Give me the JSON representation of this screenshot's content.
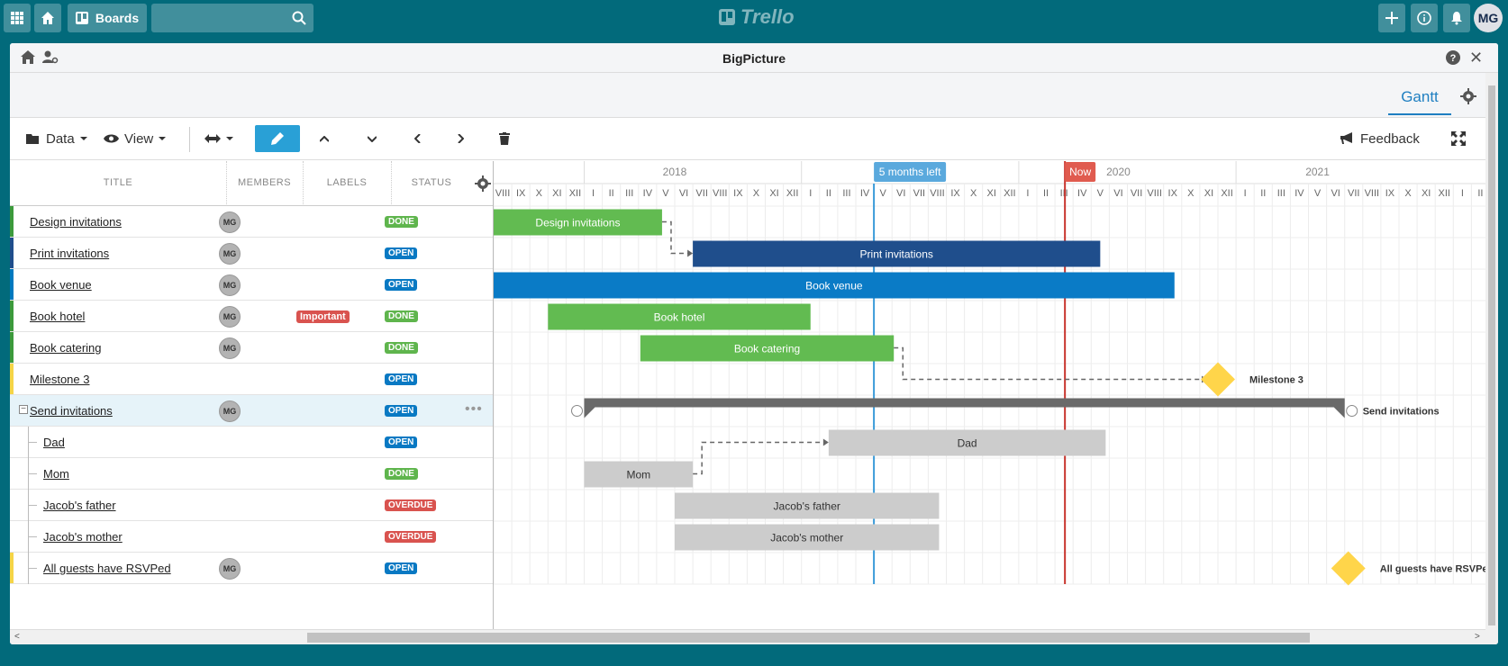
{
  "topbar": {
    "boards_label": "Boards",
    "logo": "Trello",
    "avatar": "MG"
  },
  "window": {
    "title": "BigPicture"
  },
  "tabs": {
    "gantt": "Gantt"
  },
  "toolbar": {
    "data_label": "Data",
    "view_label": "View",
    "feedback_label": "Feedback"
  },
  "columns": {
    "title": "TITLE",
    "members": "MEMBERS",
    "labels": "LABELS",
    "status": "STATUS"
  },
  "colors": {
    "done": "#5fb54d",
    "open": "#0979c3",
    "overdue": "#d9534f",
    "navy": "#1f4e8c",
    "blue": "#0079bf",
    "grey": "#cfcfcf",
    "milestone": "#ffd54a",
    "today": "#c8342d",
    "marker": "#3a9bd9"
  },
  "rows": [
    {
      "title": "Design invitations",
      "member": "MG",
      "label": "",
      "status": "DONE",
      "bar_color": "#3c9a3c",
      "indent": 0
    },
    {
      "title": "Print invitations",
      "member": "MG",
      "label": "",
      "status": "OPEN",
      "bar_color": "#1f4e8c",
      "indent": 0
    },
    {
      "title": "Book venue",
      "member": "MG",
      "label": "",
      "status": "OPEN",
      "bar_color": "#0079bf",
      "indent": 0
    },
    {
      "title": "Book hotel",
      "member": "MG",
      "label": "Important",
      "status": "DONE",
      "bar_color": "#3c9a3c",
      "indent": 0
    },
    {
      "title": "Book catering",
      "member": "MG",
      "label": "",
      "status": "DONE",
      "bar_color": "#3c9a3c",
      "indent": 0
    },
    {
      "title": "Milestone 3",
      "member": "",
      "label": "",
      "status": "OPEN",
      "bar_color": "#f5d547",
      "indent": 0
    },
    {
      "title": "Send invitations",
      "member": "MG",
      "label": "",
      "status": "OPEN",
      "bar_color": "",
      "indent": 0,
      "group": true
    },
    {
      "title": "Dad",
      "member": "",
      "label": "",
      "status": "OPEN",
      "bar_color": "",
      "indent": 1
    },
    {
      "title": "Mom",
      "member": "",
      "label": "",
      "status": "DONE",
      "bar_color": "",
      "indent": 1
    },
    {
      "title": "Jacob's father",
      "member": "",
      "label": "",
      "status": "OVERDUE",
      "bar_color": "",
      "indent": 1
    },
    {
      "title": "Jacob's mother",
      "member": "",
      "label": "",
      "status": "OVERDUE",
      "bar_color": "",
      "indent": 1
    },
    {
      "title": "All guests have RSVPed",
      "member": "MG",
      "label": "",
      "status": "OPEN",
      "bar_color": "#f5d547",
      "indent": 1
    }
  ],
  "timeline": {
    "years": [
      "2018",
      "2020",
      "2021"
    ],
    "months": [
      "VIII",
      "IX",
      "X",
      "XI",
      "XII",
      "I",
      "II",
      "III",
      "IV",
      "V",
      "VI",
      "VII",
      "VIII",
      "IX",
      "X",
      "XI",
      "XII",
      "I",
      "II",
      "III",
      "IV",
      "V",
      "VI",
      "VII",
      "VIII",
      "IX",
      "X",
      "XI",
      "XII",
      "I",
      "II",
      "III",
      "IV",
      "V",
      "VI",
      "VII",
      "VIII",
      "IX",
      "X",
      "XI",
      "XII",
      "I",
      "II",
      "III",
      "IV",
      "V",
      "VI",
      "VII",
      "VIII",
      "IX",
      "X",
      "XI",
      "XII",
      "I",
      "II"
    ],
    "marker_label": "5 months left",
    "now_label": "Now"
  },
  "tasks": [
    {
      "name": "Design invitations",
      "start": 0,
      "end": 9.3,
      "color": "#62bb51",
      "text_color": "#fff"
    },
    {
      "name": "Print invitations",
      "start": 11.0,
      "end": 33.5,
      "color": "#1f4e8c",
      "text_color": "#fff"
    },
    {
      "name": "Book venue",
      "start": 0,
      "end": 37.6,
      "color": "#0a7bc6",
      "text_color": "#fff"
    },
    {
      "name": "Book hotel",
      "start": 3.0,
      "end": 17.5,
      "color": "#62bb51",
      "text_color": "#fff"
    },
    {
      "name": "Book catering",
      "start": 8.1,
      "end": 22.1,
      "color": "#62bb51",
      "text_color": "#fff"
    },
    {
      "name": "Milestone 3",
      "milestone": true,
      "at": 40.0
    },
    {
      "name": "Send invitations",
      "group": true,
      "start": 5.0,
      "end": 47.0
    },
    {
      "name": "Dad",
      "start": 18.5,
      "end": 33.8,
      "color": "#cccccc",
      "text_color": "#333"
    },
    {
      "name": "Mom",
      "start": 5.0,
      "end": 11.0,
      "color": "#cccccc",
      "text_color": "#333"
    },
    {
      "name": "Jacob's father",
      "start": 10.0,
      "end": 24.6,
      "color": "#cccccc",
      "text_color": "#333"
    },
    {
      "name": "Jacob's mother",
      "start": 10.0,
      "end": 24.6,
      "color": "#cccccc",
      "text_color": "#333"
    },
    {
      "name": "All guests have RSVPed",
      "milestone": true,
      "at": 47.2
    }
  ]
}
